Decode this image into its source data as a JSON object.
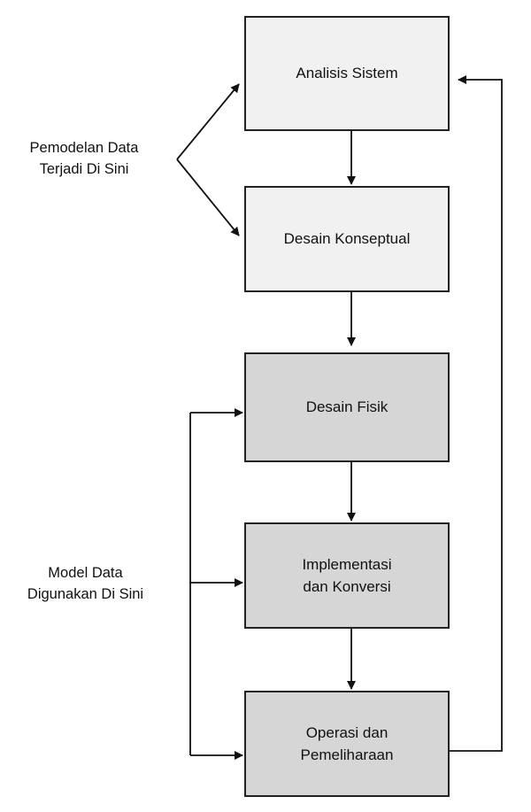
{
  "steps": [
    {
      "label": "Analisis Sistem"
    },
    {
      "label": "Desain Konseptual"
    },
    {
      "label": "Desain Fisik"
    },
    {
      "label": "Implementasi dan Konversi"
    },
    {
      "label": "Operasi dan Pemeliharaan"
    }
  ],
  "annotations": {
    "top": {
      "line1": "Pemodelan Data",
      "line2": "Terjadi Di Sini"
    },
    "bottom": {
      "line1": "Model Data",
      "line2": "Digunakan Di Sini"
    }
  }
}
